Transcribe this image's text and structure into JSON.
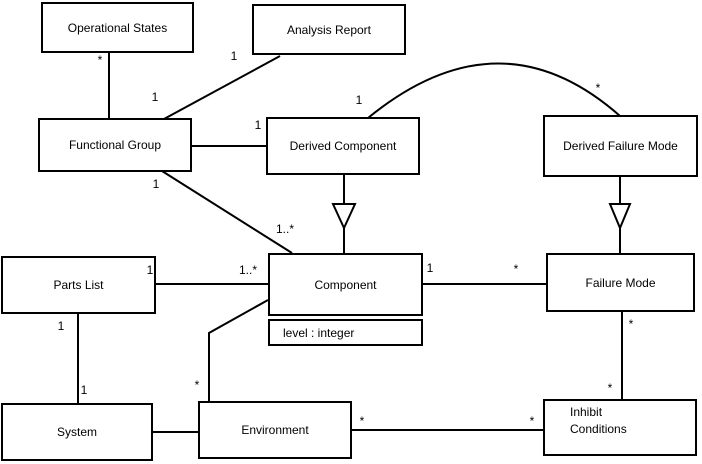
{
  "diagram": {
    "kind": "uml-class-diagram",
    "colors": {
      "background": "#ffffff",
      "line": "#000000",
      "box_fill": "#ffffff",
      "text": "#000000"
    },
    "classes": {
      "operational_states": {
        "label": "Operational States"
      },
      "analysis_report": {
        "label": "Analysis Report"
      },
      "functional_group": {
        "label": "Functional Group"
      },
      "derived_component": {
        "label": "Derived Component"
      },
      "derived_failure_mode": {
        "label": "Derived Failure Mode"
      },
      "component": {
        "label": "Component",
        "attributes": [
          "level : integer"
        ]
      },
      "parts_list": {
        "label": "Parts List"
      },
      "failure_mode": {
        "label": "Failure Mode"
      },
      "system": {
        "label": "System"
      },
      "environment": {
        "label": "Environment"
      },
      "inhibit_conditions": {
        "label": "Inhibit Conditions"
      }
    },
    "relationships": {
      "operational_states__functional_group": {
        "type": "association",
        "labels": {
          "at_operational_states": "*"
        }
      },
      "analysis_report__functional_group": {
        "type": "association",
        "labels": {
          "at_analysis_report": "1",
          "at_functional_group": "1"
        }
      },
      "functional_group__derived_component": {
        "type": "association",
        "labels": {
          "at_derived_component": "1"
        }
      },
      "derived_component__derived_failure_mode": {
        "type": "association",
        "labels": {
          "at_derived_component": "1",
          "at_derived_failure_mode": "*"
        }
      },
      "derived_component__component": {
        "type": "generalization",
        "labels": {}
      },
      "derived_failure_mode__failure_mode": {
        "type": "generalization",
        "labels": {}
      },
      "functional_group__component": {
        "type": "association",
        "labels": {
          "at_functional_group": "1",
          "at_component": "1..*"
        }
      },
      "parts_list__component": {
        "type": "association",
        "labels": {
          "at_parts_list": "1",
          "at_component": "1..*"
        }
      },
      "component__failure_mode": {
        "type": "association",
        "labels": {
          "at_component": "1",
          "at_failure_mode": "*"
        }
      },
      "failure_mode__inhibit_conditions": {
        "type": "association",
        "labels": {
          "at_failure_mode": "*",
          "at_inhibit_conditions": "*"
        }
      },
      "component__environment": {
        "type": "association",
        "labels": {
          "at_environment": "*"
        }
      },
      "system__environment": {
        "type": "association",
        "labels": {}
      },
      "parts_list__system": {
        "type": "association",
        "labels": {
          "at_parts_list": "1",
          "at_system": "1"
        }
      },
      "environment__inhibit_conditions": {
        "type": "association",
        "labels": {
          "at_environment": "*",
          "at_inhibit_conditions": "*"
        }
      }
    }
  }
}
